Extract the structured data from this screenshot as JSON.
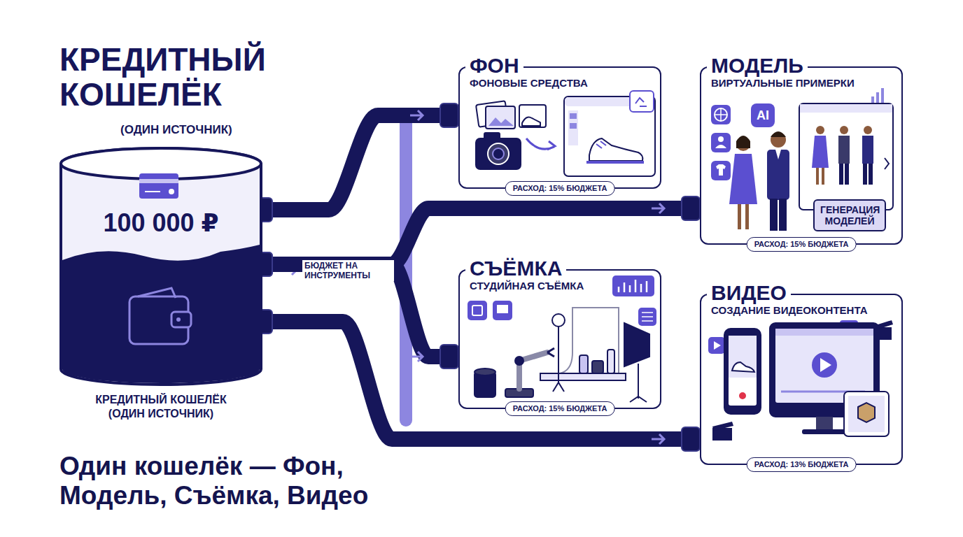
{
  "diagram": {
    "title": "КРЕДИТНЫЙ КОШЕЛЁК",
    "caption": "Один кошелёк — Фон, Модель, Съёмка, Видео",
    "nodes": [
      {
        "text": [
          "100 000 ₽",
          "КРЕДИТНЫЙ КОШЕЛЁК (ОДИН ИСТОЧНИК)"
        ]
      },
      {
        "text": [
          "ФОН",
          "ФОНОВЫЕ СРЕДСТВА",
          "РАСХОД: 15% БЮДЖЕТА"
        ]
      },
      {
        "text": [
          "МОДЕЛЬ",
          "ВИРТУАЛЬНЫЕ ПРИМЕРКИ",
          "РАСХОД: 15% БЮДЖЕТА"
        ]
      },
      {
        "text": [
          "AI"
        ],
        "in": 2
      },
      {
        "text": [
          "ГЕНЕРАЦИЯ МОДЕЛЕЙ"
        ],
        "in": 2
      },
      {
        "text": [
          "СЪЁМКА",
          "СТУДИЙНАЯ СЪЁМКА",
          "РАСХОД: 15% БЮДЖЕТА"
        ]
      },
      {
        "text": [
          "ВИДЕО",
          "СОЗДАНИЕ ВИДЕОКОНТЕНТА",
          "РАСХОД: 13% БЮДЖЕТА"
        ]
      }
    ],
    "edges": [
      {
        "from": 0,
        "to": 1,
        "arrow": "to"
      },
      {
        "from": 0,
        "to": 2,
        "label": "БЮДЖЕТ НА ИНСТРУМЕНТЫ",
        "arrow": "to"
      },
      {
        "from": 0,
        "to": 5,
        "arrow": "to"
      },
      {
        "from": 0,
        "to": 6,
        "arrow": "to"
      }
    ],
    "labels": [
      "(ОДИН ИСТОЧНИК)"
    ]
  }
}
